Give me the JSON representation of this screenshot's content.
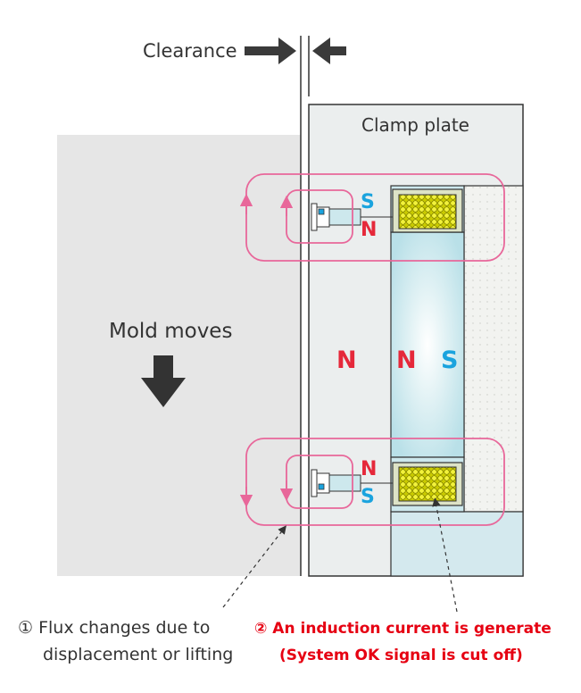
{
  "labels": {
    "clearance": "Clearance",
    "clamp_plate": "Clamp plate",
    "mold_moves": "Mold moves"
  },
  "poles": {
    "top_upper": "S",
    "top_lower": "N",
    "center_left": "N",
    "center_mid": "N",
    "center_right": "S",
    "bottom_upper": "N",
    "bottom_lower": "S"
  },
  "notes": {
    "note1_line1": "① Flux changes due to",
    "note1_line2": "displacement or lifting",
    "note2_line1": "② An induction current is generate",
    "note2_line2": "(System OK signal is cut off)"
  },
  "colors": {
    "pole_n": "#e5283a",
    "pole_s": "#1aa3de",
    "flux_loop": "#e8679a",
    "note2_text": "#e60012",
    "mold_fill": "#e6e6e6",
    "plate_fill": "#ebeeee",
    "magnet_fill": "#cde8ed",
    "coil_fill": "#d7d900"
  },
  "icons": {
    "clearance_arrows": "arrow-right-left",
    "mold_arrow": "arrow-down"
  }
}
